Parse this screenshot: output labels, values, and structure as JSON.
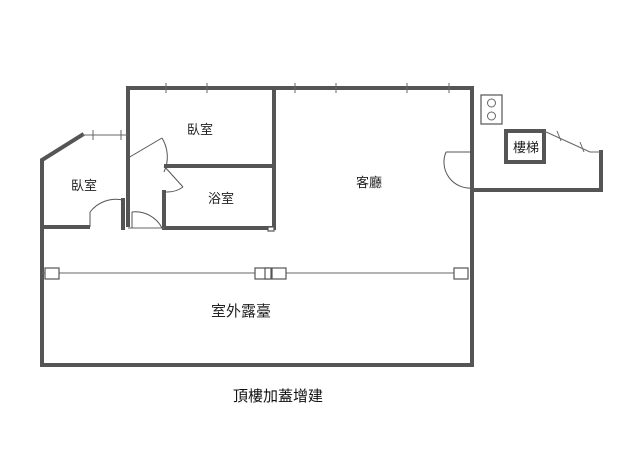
{
  "rooms": {
    "bedroom_right": "臥室",
    "bedroom_left": "臥室",
    "bathroom": "浴室",
    "living_room": "客廳",
    "stairs": "樓梯",
    "terrace": "室外露臺"
  },
  "caption": "頂樓加蓋增建"
}
